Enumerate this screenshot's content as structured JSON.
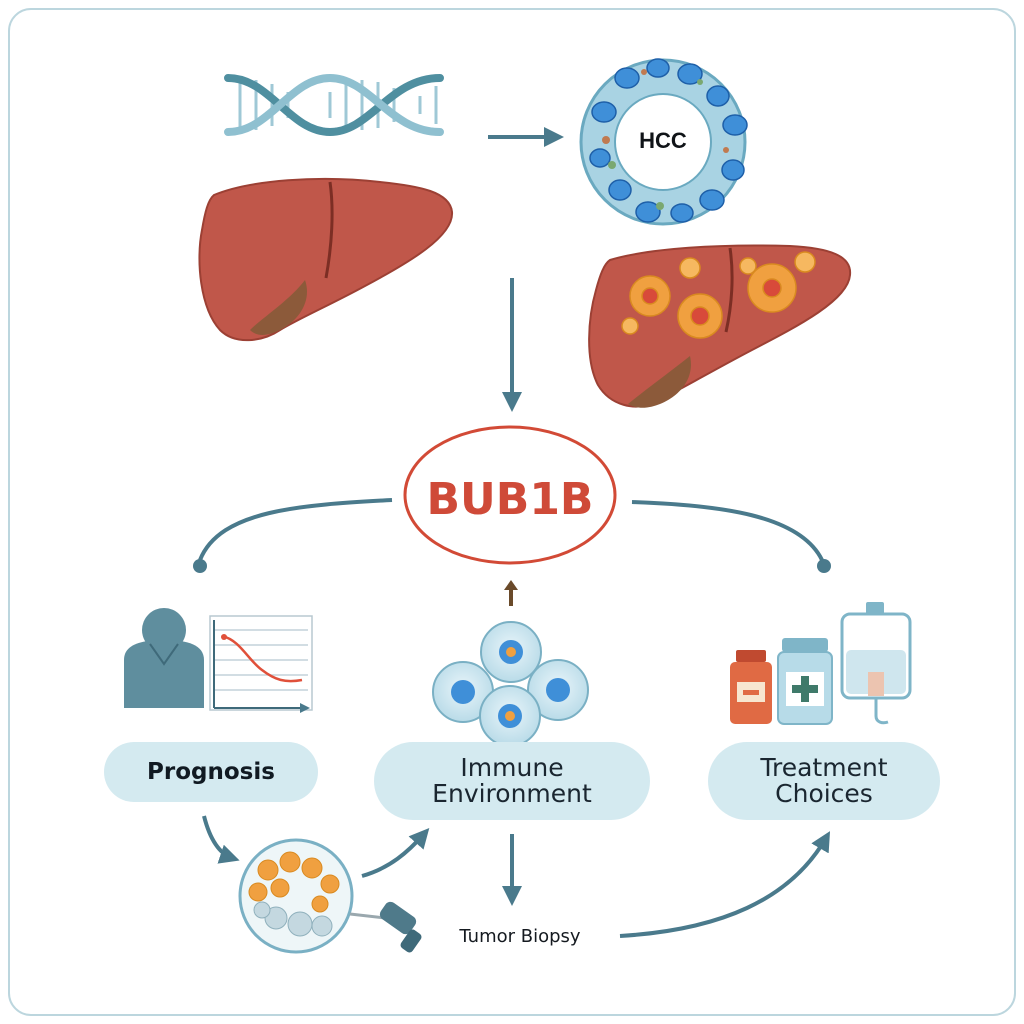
{
  "labels": {
    "hcc": "HCC",
    "center": "BUB1B",
    "prognosis": "Prognosis",
    "immune_line1": "Immune",
    "immune_line2": "Environment",
    "treatment_line1": "Treatment",
    "treatment_line2": "Choices",
    "biopsy": "Tumor Biopsy"
  },
  "colors": {
    "arrow": "#4a7a8c",
    "liver": "#c0574a",
    "liver_shadow": "#8c5a3a",
    "center_outline": "#d24a36",
    "pill_fill": "#d4eaf0",
    "cell_blue": "#3f8fd8",
    "cell_orange": "#f0a040",
    "dna_teal": "#4f8fa0"
  },
  "icons": [
    "dna-helix-icon",
    "cell-ring-icon",
    "healthy-liver-icon",
    "tumor-liver-icon",
    "patient-icon",
    "survival-chart-icon",
    "immune-cells-icon",
    "medicine-bottle-icon",
    "pill-jar-icon",
    "iv-bag-icon",
    "biopsy-sample-icon",
    "biopsy-needle-icon"
  ]
}
